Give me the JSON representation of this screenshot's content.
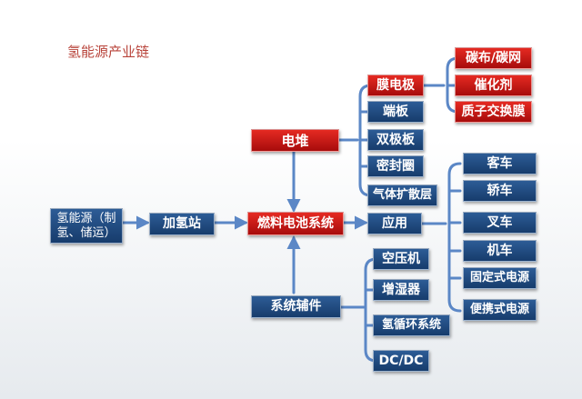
{
  "title": "氢能源产业链",
  "colors": {
    "primary_blue": "#1f4a80",
    "accent_red": "#c8141a",
    "connector": "#5b87c6",
    "title_red": "#b8433a"
  },
  "nodes": {
    "hydrogen_source": "氢能源（制氢、储运）",
    "refueling_station": "加氢站",
    "fuel_cell_system": "燃料电池系统",
    "stack": "电堆",
    "bop": "系统辅件",
    "application": "应用",
    "mea": "膜电极",
    "end_plate": "端板",
    "bipolar_plate": "双极板",
    "seal_ring": "密封圈",
    "gdl": "气体扩散层",
    "carbon_cloth": "碳布/碳网",
    "catalyst": "催化剂",
    "pem": "质子交换膜",
    "air_compressor": "空压机",
    "humidifier": "增湿器",
    "h2_recirculation": "氢循环系统",
    "dcdc": "DC/DC",
    "bus": "客车",
    "car": "轿车",
    "forklift": "叉车",
    "locomotive": "机车",
    "stationary_power": "固定式电源",
    "portable_power": "便携式电源"
  }
}
